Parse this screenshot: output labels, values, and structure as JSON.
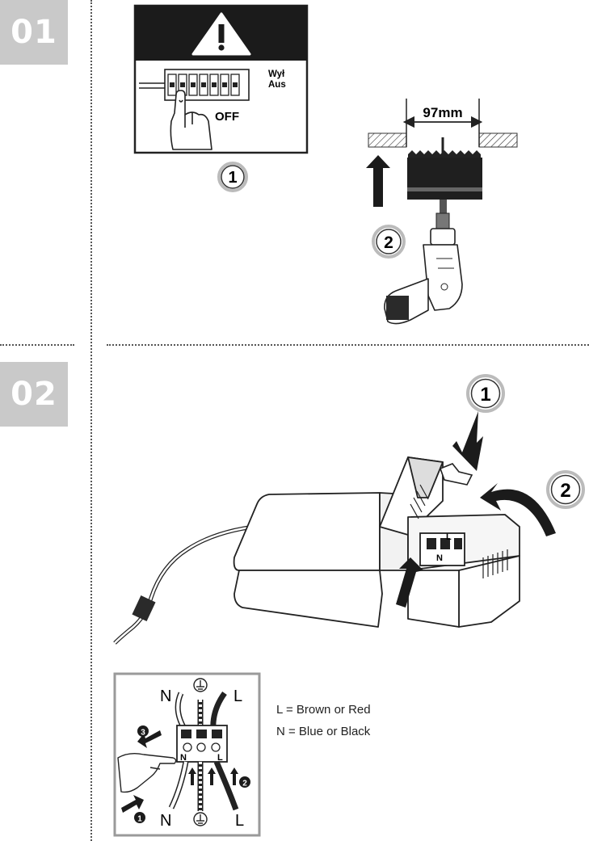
{
  "steps": [
    {
      "number": "01"
    },
    {
      "number": "02"
    }
  ],
  "warning_panel": {
    "switch_label_line1": "Wył",
    "switch_label_line2": "Aus",
    "off_label": "OFF"
  },
  "callouts": {
    "switch_off": "1",
    "drill_hole": "2",
    "press_tab": "1",
    "close_cover": "2"
  },
  "hole_dimension": "97mm",
  "terminal_diagram": {
    "top_n": "N",
    "top_l": "L",
    "bottom_n": "N",
    "bottom_l": "L",
    "block_n": "N",
    "block_l": "L",
    "step_3": "3",
    "step_2": "2",
    "step_1": "1"
  },
  "legend": {
    "line_l": "L = Brown or Red",
    "line_n": "N = Blue or Black"
  }
}
